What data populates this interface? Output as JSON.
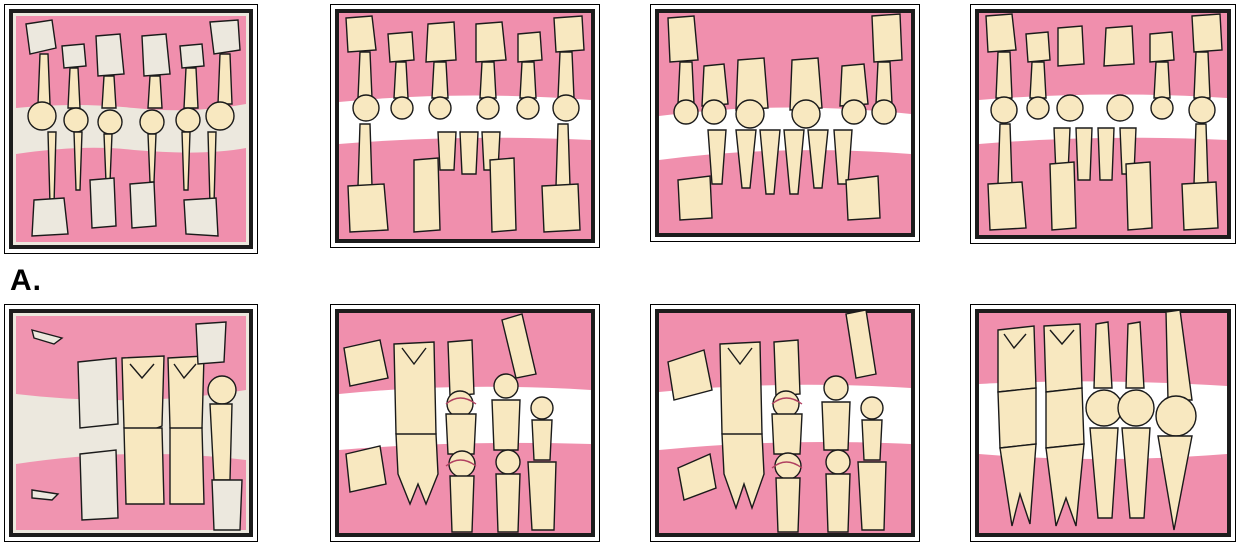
{
  "figure": {
    "label": "A.",
    "colors": {
      "gum_pink": "#f08fad",
      "gum_pink_light": "#f4a9c1",
      "tooth_cream": "#f8e8c0",
      "tooth_outline": "#1a1a1a",
      "space_white": "#ffffff",
      "speckle_bg": "#ece8de",
      "frame_dark": "#1c1c1c"
    },
    "rows": [
      {
        "row": "top",
        "view": "frontal",
        "panels": [
          {
            "stage": 1,
            "style": "speckled-mixed"
          },
          {
            "stage": 2,
            "style": "pink"
          },
          {
            "stage": 3,
            "style": "pink"
          },
          {
            "stage": 4,
            "style": "pink"
          }
        ]
      },
      {
        "row": "bottom",
        "view": "lateral",
        "panels": [
          {
            "stage": 1,
            "style": "speckled-mixed"
          },
          {
            "stage": 2,
            "style": "pink"
          },
          {
            "stage": 3,
            "style": "pink"
          },
          {
            "stage": 4,
            "style": "pink"
          }
        ]
      }
    ]
  }
}
